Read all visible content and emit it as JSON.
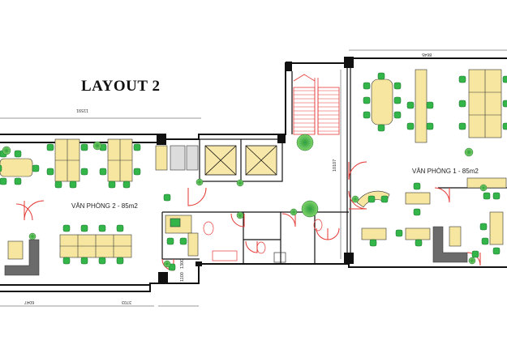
{
  "title": "LAYOUT 2",
  "rooms": {
    "office1": "VĂN PHÒNG 1 - 85m2",
    "office2": "VĂN PHÒNG 2 - 85m2"
  },
  "dimensions": {
    "top_left": "11591",
    "top_right": "8645",
    "stair_side": "10107",
    "bottom_left": "6047",
    "bottom_mid": "3703",
    "small_a": "1300",
    "small_b": "1100"
  },
  "colors": {
    "wall": "#111111",
    "desk": "#f6e6a0",
    "chair": "#33b54a",
    "stair": "#e53935",
    "sofa": "#6b6b6b"
  }
}
